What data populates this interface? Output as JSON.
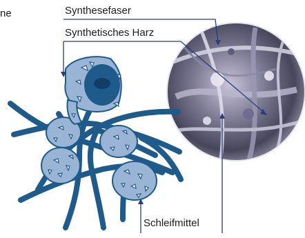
{
  "labels": {
    "cut_off_text": "ne",
    "synthetic_fiber": "Synthesefaser",
    "synthetic_resin": "Synthetisches Harz",
    "abrasive": "Schleifmittel"
  },
  "colors": {
    "fiber": "#1e5a8a",
    "resin_blob": "#9ab4d6",
    "resin_outline": "#1e5a8a",
    "leader_line": "#2a3c7a",
    "text": "#1c1c1c"
  },
  "icons": {
    "micrograph": "magnified-photo-circle",
    "diagram": "abrasive-nonwoven-structure"
  }
}
